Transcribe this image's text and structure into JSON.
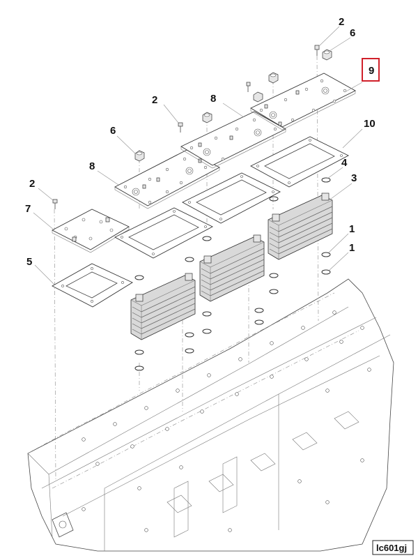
{
  "callouts": {
    "c1a": "1",
    "c1b": "1",
    "c2a": "2",
    "c2b": "2",
    "c2c": "2",
    "c3": "3",
    "c4": "4",
    "c5": "5",
    "c6a": "6",
    "c6b": "6",
    "c7": "7",
    "c8a": "8",
    "c8b": "8",
    "c9": "9",
    "c10": "10"
  },
  "highlight": {
    "callout": "9",
    "color": "#d0202a"
  },
  "reference_code": "lc601gj"
}
